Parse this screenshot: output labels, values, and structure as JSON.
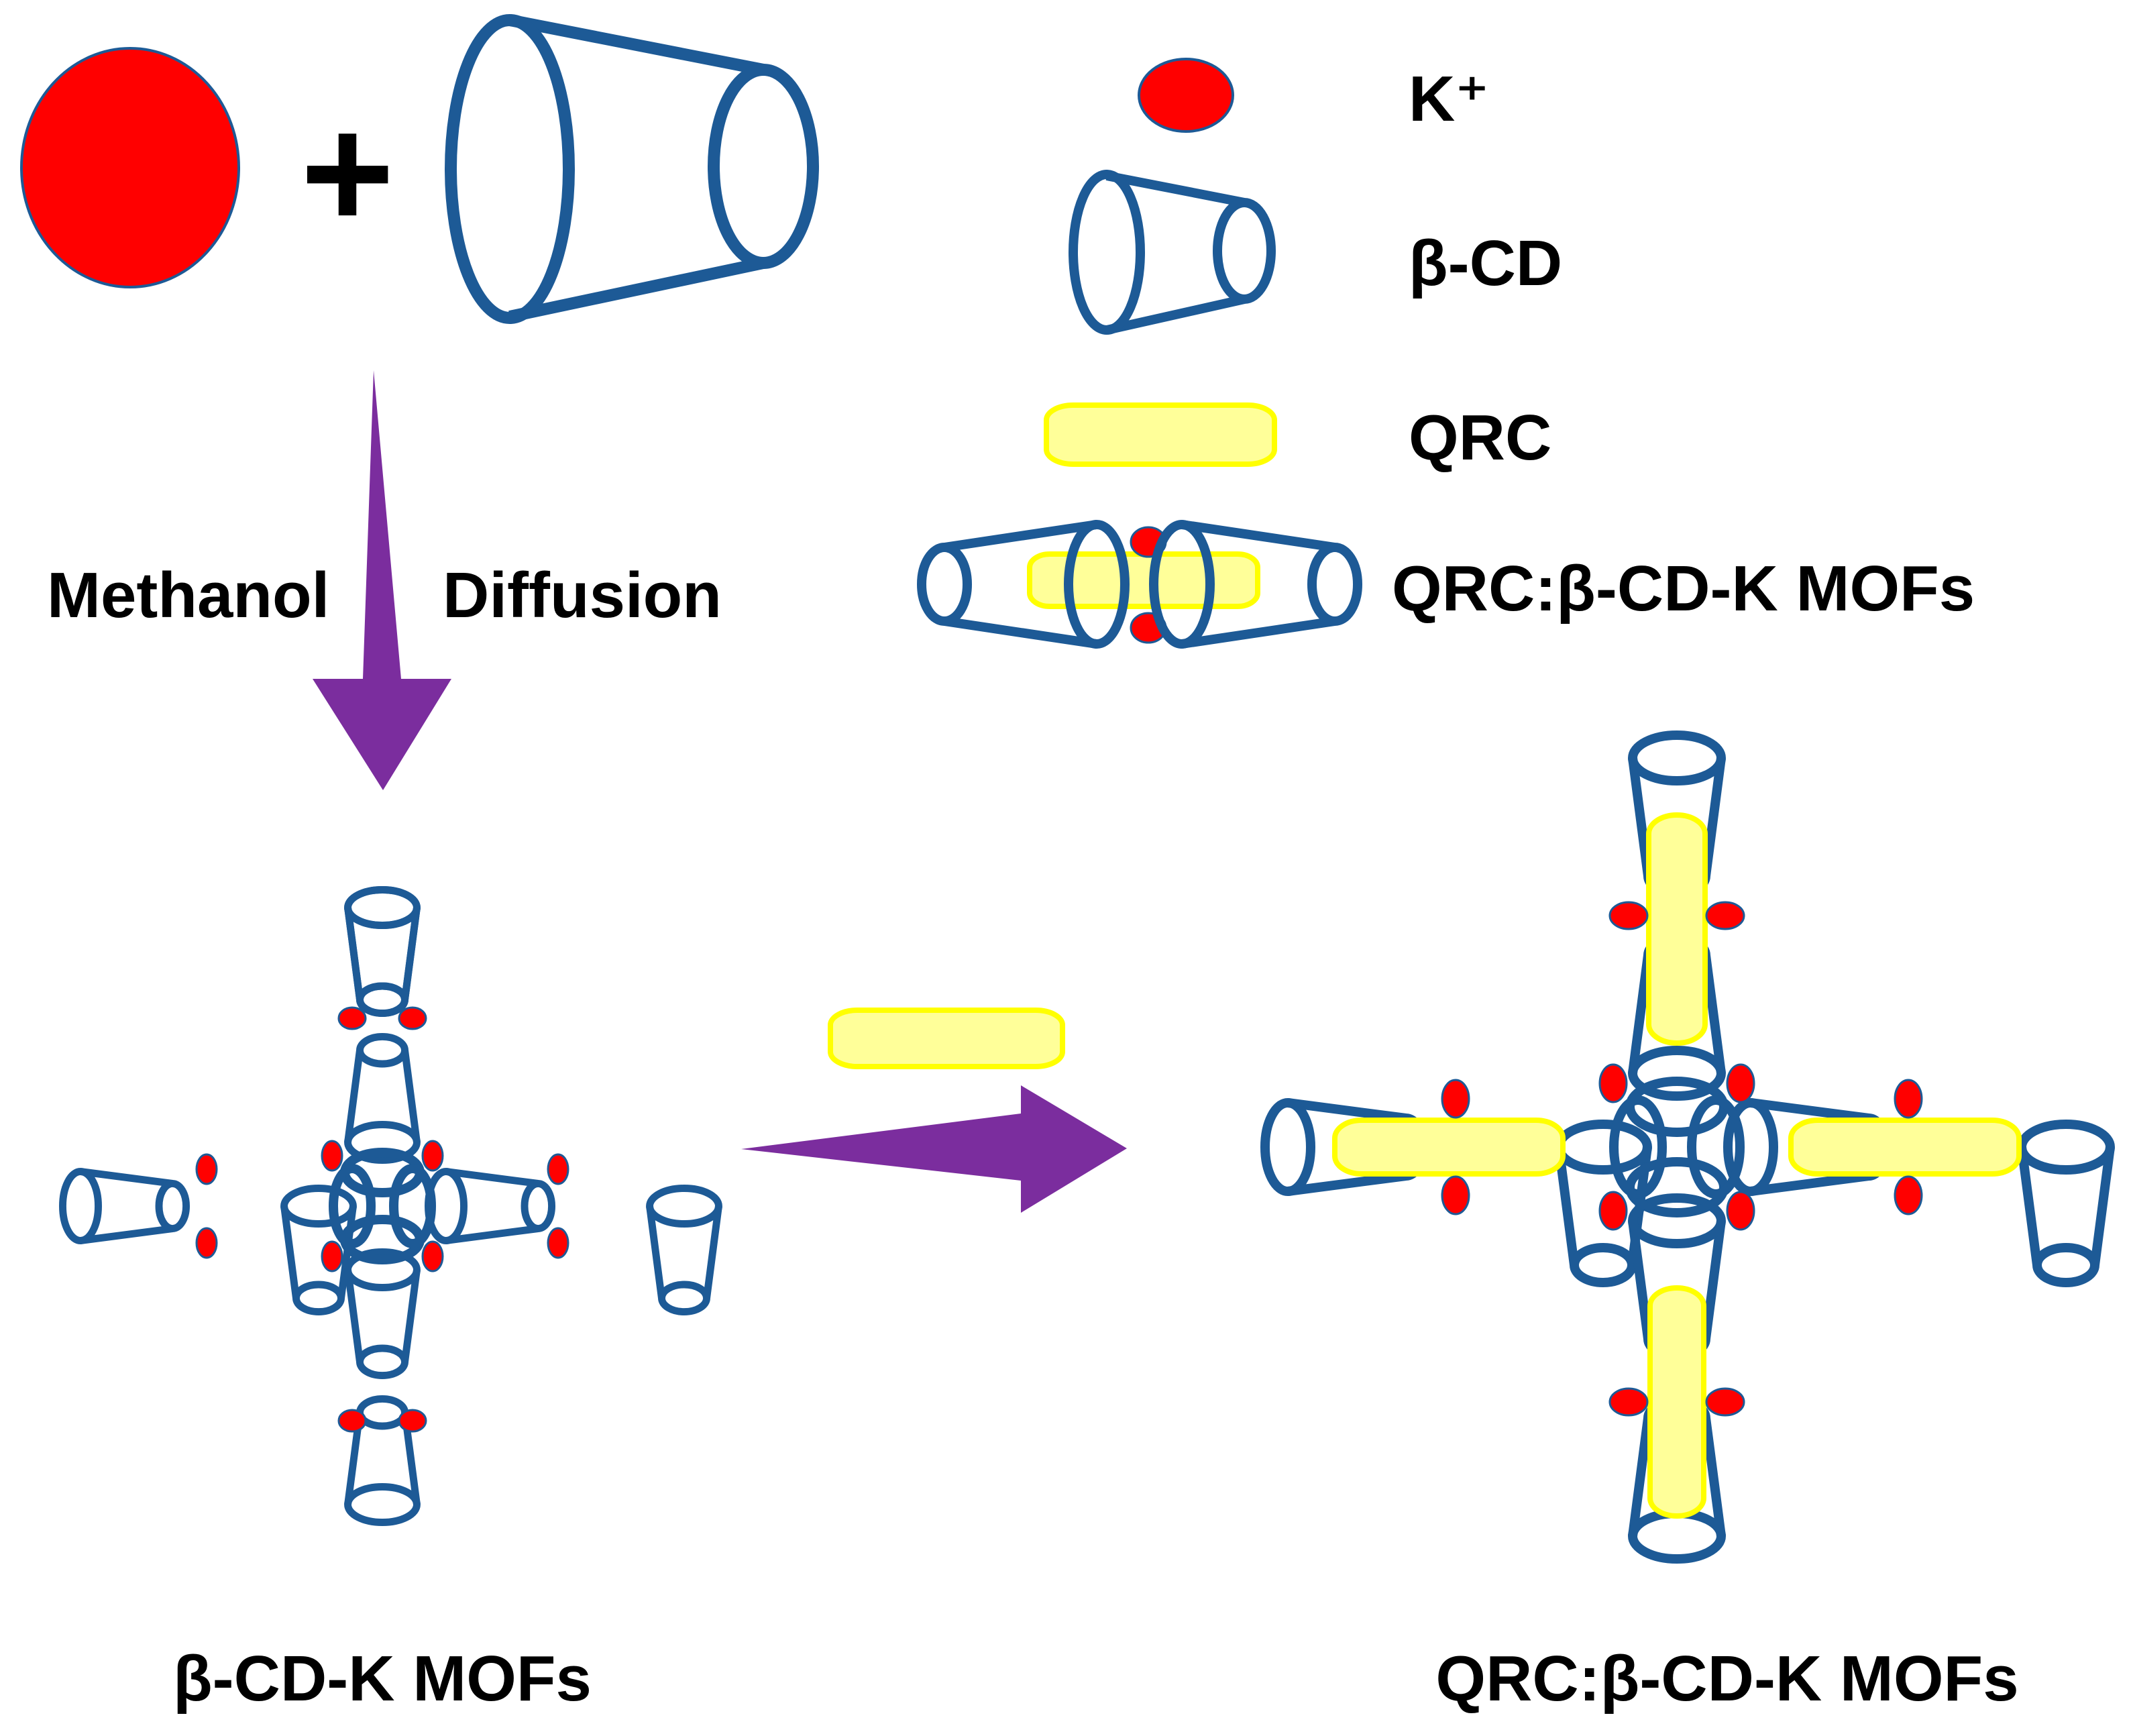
{
  "legend": {
    "potassium_label": "K⁺",
    "cyclodextrin_label": "β-CD",
    "qrc_label": "QRC",
    "complex_label": "QRC:β-CD-K MOFs"
  },
  "reaction": {
    "plus_sign": "+",
    "step1_left": "Methanol",
    "step1_right": "Diffusion"
  },
  "products": {
    "mof_label": "β-CD-K MOFs",
    "loaded_mof_label": "QRC:β-CD-K MOFs"
  },
  "colors": {
    "potassium_red": "#ff0000",
    "cyclodextrin_blue": "#1d5a96",
    "qrc_fill": "#ffff99",
    "qrc_outline": "#ffff00",
    "arrow_purple": "#7b2d9e"
  }
}
